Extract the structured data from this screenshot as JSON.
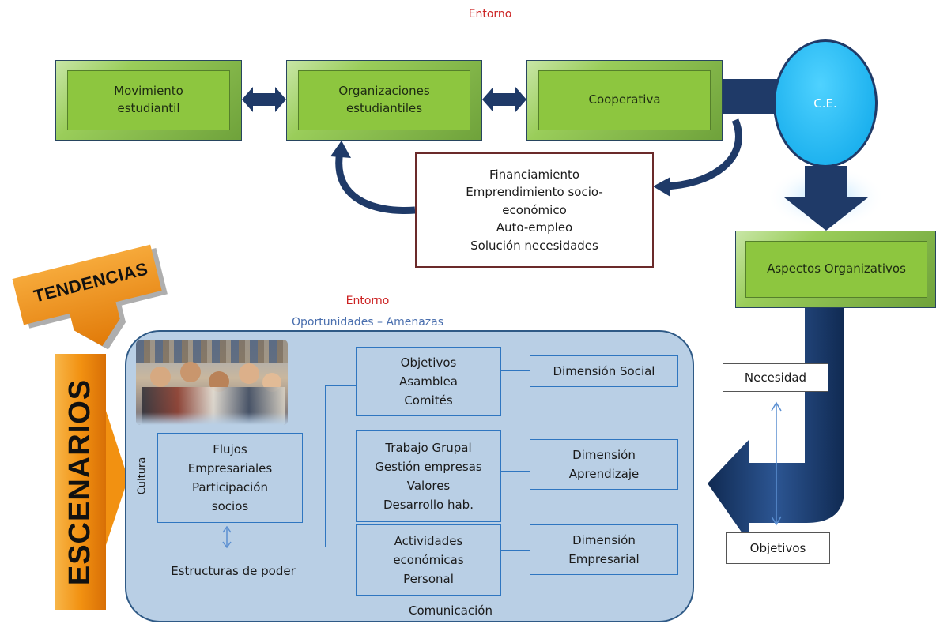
{
  "top": {
    "entorno_label": "Entorno",
    "boxes": [
      {
        "lines": [
          "Movimiento",
          "estudiantil"
        ]
      },
      {
        "lines": [
          "Organizaciones",
          "estudiantiles"
        ]
      },
      {
        "lines": [
          "Cooperativa"
        ]
      }
    ],
    "ce_label": "C.E.",
    "benefits": [
      "Financiamiento",
      "Emprendimiento socio-",
      "económico",
      "Auto-empleo",
      "Solución necesidades"
    ],
    "aspectos_label": "Aspectos Organizativos"
  },
  "left": {
    "tendencias_label": "TENDENCIAS",
    "escenarios_label": "ESCENARIOS"
  },
  "panel": {
    "entorno_label": "Entorno",
    "oportunidades_label": "Oportunidades – Amenazas",
    "cultura_label": "Cultura",
    "flujos_lines": [
      "Flujos",
      "Empresariales",
      "Participación",
      "socios"
    ],
    "estructuras_label": "Estructuras de poder",
    "comunicacion_label": "Comunicación",
    "middle_boxes": [
      {
        "lines": [
          "Objetivos",
          "Asamblea",
          "Comités"
        ]
      },
      {
        "lines": [
          "Trabajo Grupal",
          "Gestión empresas",
          "Valores",
          "Desarrollo hab."
        ]
      },
      {
        "lines": [
          "Actividades",
          "económicas",
          "Personal"
        ]
      }
    ],
    "dimensions": [
      {
        "lines": [
          "Dimensión Social"
        ]
      },
      {
        "lines": [
          "Dimensión",
          "Aprendizaje"
        ]
      },
      {
        "lines": [
          "Dimensión",
          "Empresarial"
        ]
      }
    ]
  },
  "right": {
    "necesidad_label": "Necesidad",
    "objetivos_label": "Objetivos"
  },
  "colors": {
    "entorno_red": "#cc2222",
    "oportunidades_blue": "#4a6fae",
    "navy": "#1f3a68",
    "green": "#8dc63f",
    "ce_blue": "#1ab6f0",
    "orange": "#f29111",
    "panel_fill": "#b9cfe5"
  }
}
